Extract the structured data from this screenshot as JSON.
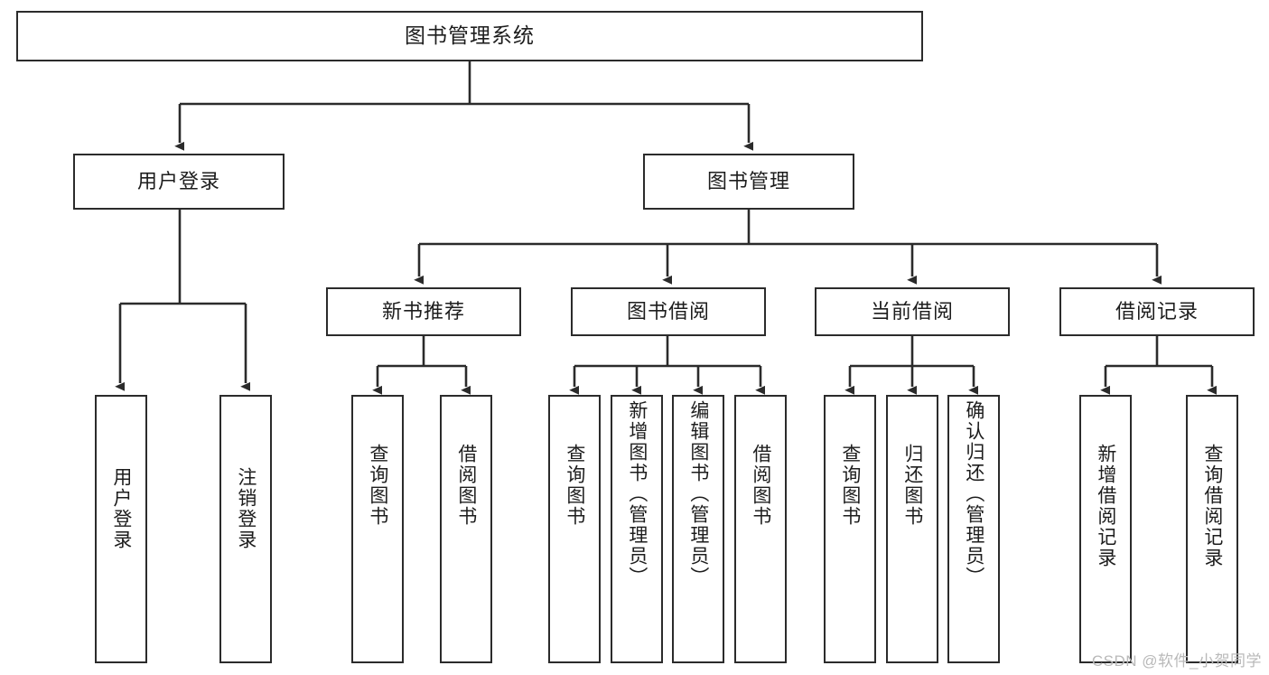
{
  "diagram": {
    "title": "图书管理系统",
    "watermark": "CSDN @软件_小贺同学",
    "stroke_color": "#2b2b2b",
    "background_color": "#ffffff",
    "nodes": {
      "root": {
        "label": "图书管理系统"
      },
      "level2": [
        {
          "label": "用户登录"
        },
        {
          "label": "图书管理"
        }
      ],
      "level3": [
        {
          "label": "新书推荐"
        },
        {
          "label": "图书借阅"
        },
        {
          "label": "当前借阅"
        },
        {
          "label": "借阅记录"
        }
      ],
      "leaves": {
        "user_login": [
          {
            "label": "用户登录"
          },
          {
            "label": "注销登录"
          }
        ],
        "new_book_recommend": [
          {
            "label": "查询图书"
          },
          {
            "label": "借阅图书"
          }
        ],
        "book_borrow": [
          {
            "label": "查询图书"
          },
          {
            "label": "新增图书（管理员）"
          },
          {
            "label": "编辑图书（管理员）"
          },
          {
            "label": "借阅图书"
          }
        ],
        "current_borrow": [
          {
            "label": "查询图书"
          },
          {
            "label": "归还图书"
          },
          {
            "label": "确认归还（管理员）"
          }
        ],
        "borrow_records": [
          {
            "label": "新增借阅记录"
          },
          {
            "label": "查询借阅记录"
          }
        ]
      }
    }
  }
}
